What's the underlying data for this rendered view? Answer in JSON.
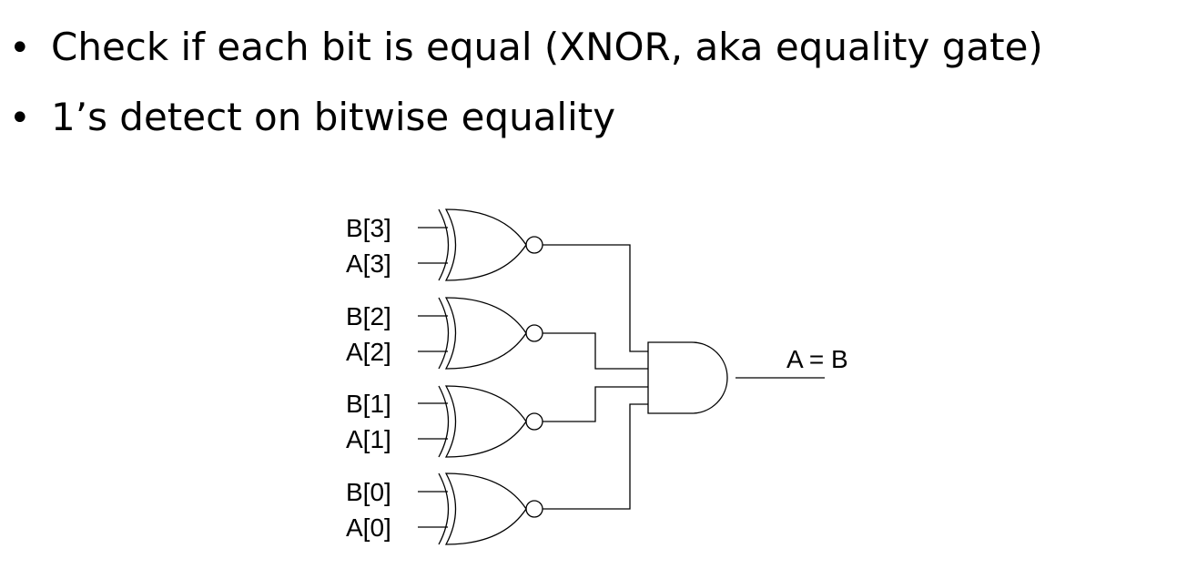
{
  "bullets": [
    "Check if each bit is equal (XNOR, aka equality gate)",
    "1’s detect on bitwise equality"
  ],
  "diagram": {
    "gates": [
      {
        "b_label": "B[3]",
        "a_label": "A[3]"
      },
      {
        "b_label": "B[2]",
        "a_label": "A[2]"
      },
      {
        "b_label": "B[1]",
        "a_label": "A[1]"
      },
      {
        "b_label": "B[0]",
        "a_label": "A[0]"
      }
    ],
    "output_label": "A = B"
  }
}
